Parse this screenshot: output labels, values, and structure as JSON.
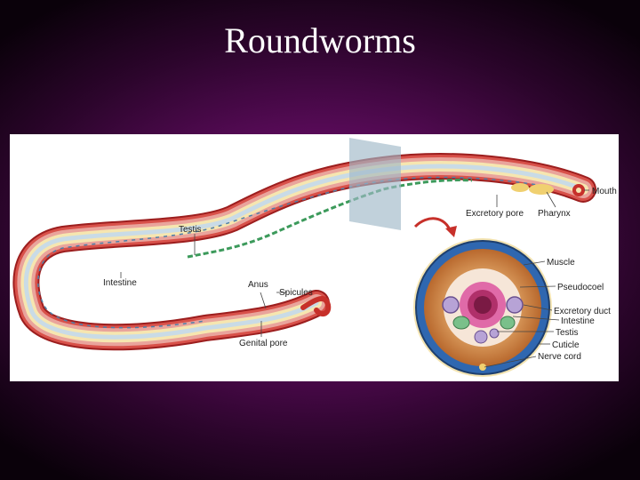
{
  "slide": {
    "title": "Roundworms"
  },
  "diagram": {
    "labels": {
      "mouth": "Mouth",
      "excretory_pore": "Excretory pore",
      "pharynx": "Pharynx",
      "testis_body": "Testis",
      "intestine_body": "Intestine",
      "anus": "Anus",
      "spicules": "Spicules",
      "genital_pore": "Genital pore",
      "muscle": "Muscle",
      "pseudocoel": "Pseudocoel",
      "excretory_duct": "Excretory duct",
      "intestine_cs": "Intestine",
      "testis_cs": "Testis",
      "cuticle": "Cuticle",
      "nerve_cord": "Nerve cord"
    }
  }
}
